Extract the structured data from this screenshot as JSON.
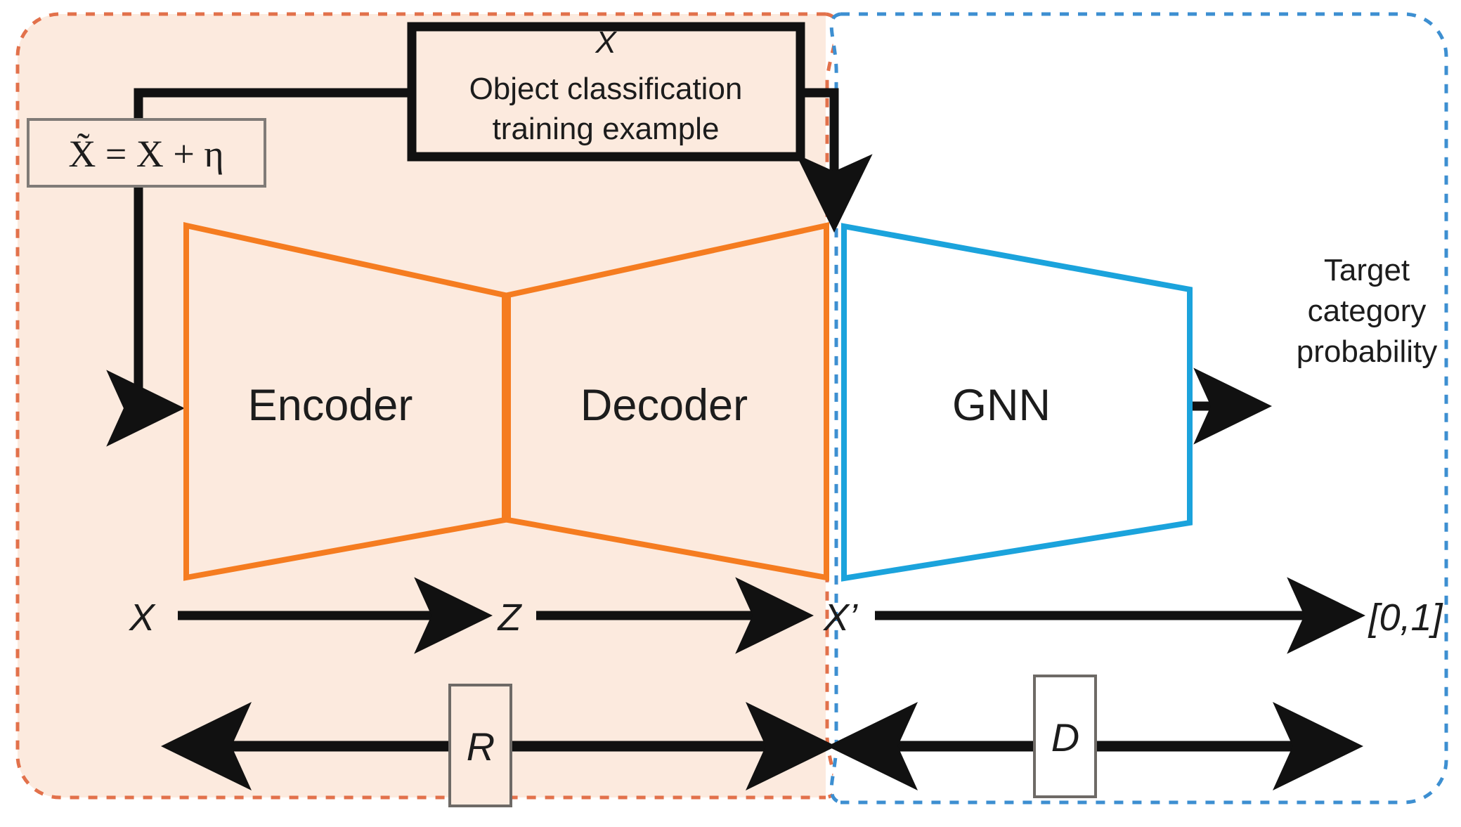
{
  "figure": {
    "title": "Denoising autoencoder with GNN classifier architecture",
    "panels": {
      "left": {
        "name": "reconstruction-panel",
        "border_color": "#e2714b",
        "fill_color": "#fceade",
        "border_style": "dashed"
      },
      "right": {
        "name": "discrimination-panel",
        "border_color": "#3d8fd1",
        "fill_color": "#ffffff",
        "border_style": "dashed"
      }
    },
    "colors": {
      "autoencoder_stroke": "#f57c20",
      "gnn_stroke": "#1ba3dc",
      "arrow": "#111111",
      "box_border": "#111111",
      "thin_box_border": "#6e6a66",
      "panel_fill": "#fceade",
      "text": "#1c1c1c"
    }
  },
  "nodes": {
    "input_box": {
      "symbol": "X",
      "line1": "Object classification",
      "line2": "training example"
    },
    "noise_formula": {
      "text": "X̃ = X + η",
      "lhs": "X̃",
      "equals": "=",
      "rhs_x": "X",
      "plus": "+",
      "noise": "η"
    },
    "encoder": {
      "label": "Encoder"
    },
    "decoder": {
      "label": "Decoder"
    },
    "gnn": {
      "label": "GNN"
    },
    "output": {
      "line1": "Target",
      "line2": "category",
      "line3": "probability"
    }
  },
  "flow_row": {
    "items": [
      {
        "label": "X",
        "kind": "symbol"
      },
      {
        "label": "Z",
        "kind": "symbol"
      },
      {
        "label": "X’",
        "kind": "symbol"
      },
      {
        "label": "[0,1]",
        "kind": "symbol"
      }
    ]
  },
  "loss_row": {
    "reconstruction": {
      "label": "R"
    },
    "discrimination": {
      "label": "D"
    }
  }
}
